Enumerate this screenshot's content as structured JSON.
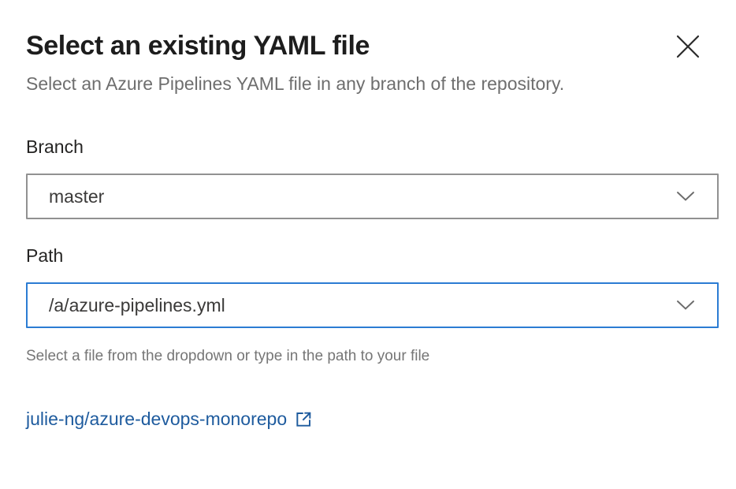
{
  "dialog": {
    "title": "Select an existing YAML file",
    "subtitle": "Select an Azure Pipelines YAML file in any branch of the repository."
  },
  "fields": {
    "branch": {
      "label": "Branch",
      "value": "master"
    },
    "path": {
      "label": "Path",
      "value": "/a/azure-pipelines.yml",
      "helper": "Select a file from the dropdown or type in the path to your file"
    }
  },
  "repo_link": {
    "label": "julie-ng/azure-devops-monorepo"
  },
  "icons": {
    "close": "close-icon",
    "branch_chevron": "chevron-down-icon",
    "path_chevron": "chevron-down-icon",
    "external": "external-link-icon"
  },
  "colors": {
    "focus_border": "#2b7cd3",
    "input_border": "#919191",
    "link": "#1e5b9e",
    "subtitle_text": "#6e6e6e",
    "helper_text": "#767676",
    "title_text": "#1d1d1d",
    "value_text": "#3b3a39"
  }
}
